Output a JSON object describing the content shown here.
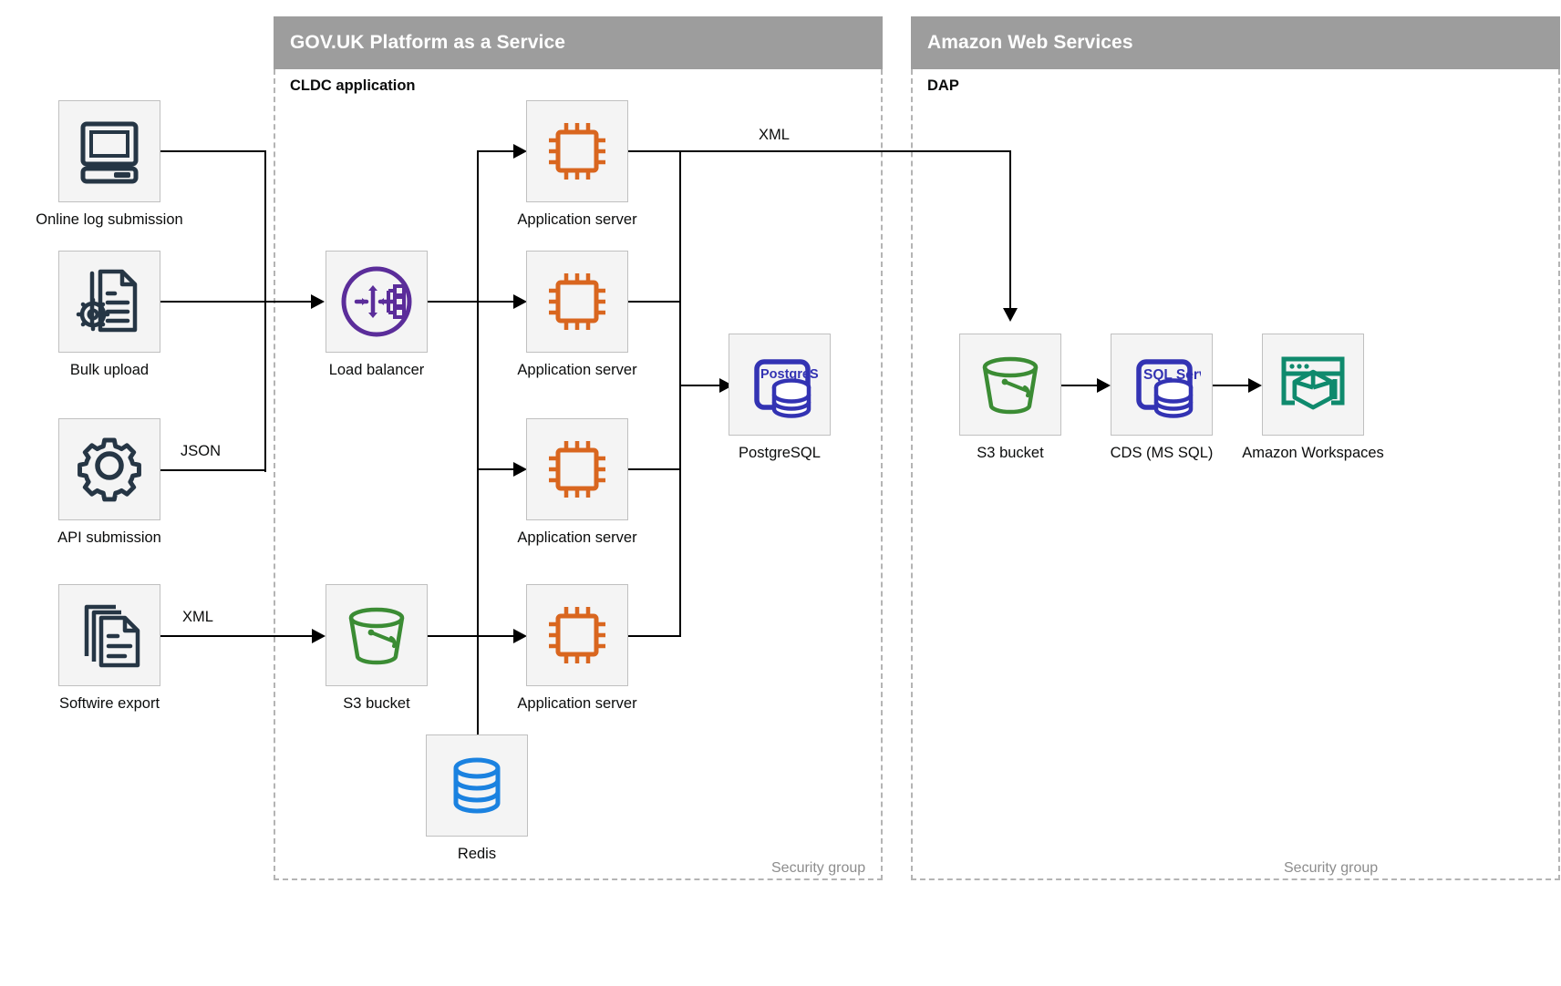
{
  "groups": [
    {
      "id": "paas",
      "title": "GOV.UK Platform as a Service",
      "sublabel": "CLDC application",
      "security_label": "Security group"
    },
    {
      "id": "aws",
      "title": "Amazon Web Services",
      "sublabel": "DAP",
      "security_label": "Security group"
    }
  ],
  "nodes": {
    "online_log": {
      "label": "Online log submission",
      "icon": "desktop-computer-icon",
      "color": "#263645"
    },
    "bulk_upload": {
      "label": "Bulk upload",
      "icon": "document-gear-icon",
      "color": "#263645"
    },
    "api_submission": {
      "label": "API submission",
      "icon": "gear-icon",
      "color": "#263645"
    },
    "softwire_export": {
      "label": "Softwire export",
      "icon": "documents-stack-icon",
      "color": "#263645"
    },
    "load_balancer": {
      "label": "Load balancer",
      "icon": "load-balancer-icon",
      "color": "#5b2d9a"
    },
    "app_server_1": {
      "label": "Application server",
      "icon": "cpu-chip-icon",
      "color": "#d9661f"
    },
    "app_server_2": {
      "label": "Application server",
      "icon": "cpu-chip-icon",
      "color": "#d9661f"
    },
    "app_server_3": {
      "label": "Application server",
      "icon": "cpu-chip-icon",
      "color": "#d9661f"
    },
    "app_server_4": {
      "label": "Application server",
      "icon": "cpu-chip-icon",
      "color": "#d9661f"
    },
    "postgresql": {
      "label": "PostgreSQL",
      "icon": "postgresql-icon",
      "icon_text": "PostgreSQL",
      "color": "#3333b3"
    },
    "s3_paas": {
      "label": "S3 bucket",
      "icon": "s3-bucket-icon",
      "color": "#3b8c34"
    },
    "redis": {
      "label": "Redis",
      "icon": "database-cylinder-icon",
      "color": "#1b82e0"
    },
    "s3_aws": {
      "label": "S3 bucket",
      "icon": "s3-bucket-icon",
      "color": "#3b8c34"
    },
    "cds": {
      "label": "CDS (MS SQL)",
      "icon": "sql-server-icon",
      "icon_text": "SQL Server",
      "color": "#3333b3"
    },
    "workspaces": {
      "label": "Amazon Workspaces",
      "icon": "amazon-workspaces-icon",
      "color": "#0f8a6d"
    }
  },
  "edge_labels": {
    "api_json": "JSON",
    "softwire_xml": "XML",
    "appserver_xml": "XML"
  },
  "colors": {
    "group_header_bg": "#9d9d9d",
    "tile_bg": "#f4f4f4",
    "tile_border": "#c0c0c0",
    "dashed_border": "#b4b4b4",
    "line": "#000000",
    "text": "#0b0c0c",
    "muted_text": "#8d8d8d"
  }
}
